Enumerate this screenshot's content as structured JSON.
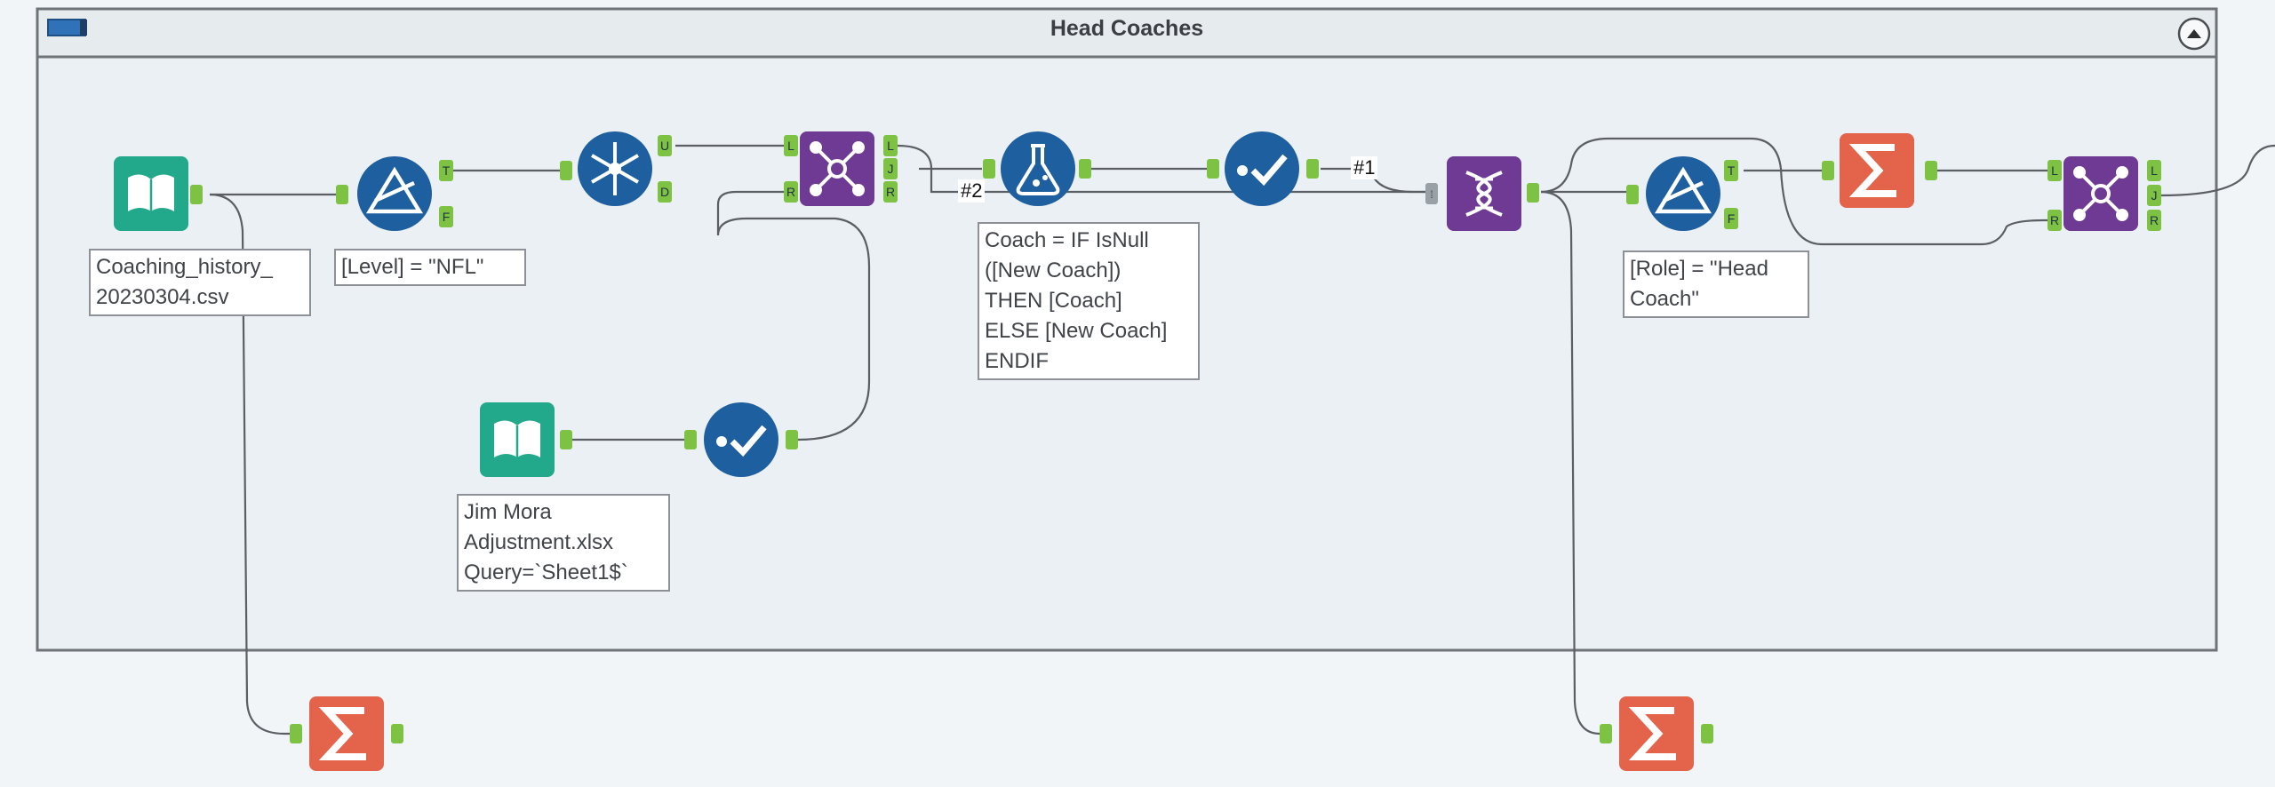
{
  "container": {
    "title": "Head Coaches"
  },
  "labels": {
    "input1": "Coaching_history_\n20230304.csv",
    "filter1": "[Level] = \"NFL\"",
    "input2": "Jim Mora\nAdjustment.xlsx\nQuery=`Sheet1$`",
    "formula": "Coach = IF IsNull\n([New Coach])\nTHEN [Coach]\nELSE [New Coach]\nENDIF",
    "filter2": "[Role] = \"Head\nCoach\""
  },
  "connections": {
    "hash2": "#2",
    "hash1": "#1"
  },
  "anchors": {
    "T": "T",
    "F": "F",
    "U": "U",
    "D": "D",
    "L": "L",
    "J": "J",
    "R": "R"
  },
  "colors": {
    "canvas": "#f1f5f7",
    "container_body": "#eaf0f3",
    "container_header": "#e6ebee",
    "container_border": "#6f7478",
    "input_tool": "#22a98c",
    "filter_tool": "#1e5fa0",
    "join_tool": "#6e3a94",
    "summarize_tool": "#e4644b",
    "anchor": "#7dc242",
    "wire": "#5b5f63"
  },
  "icons": {
    "collapse": "collapse-chevron-icon",
    "container": "container-icon"
  }
}
